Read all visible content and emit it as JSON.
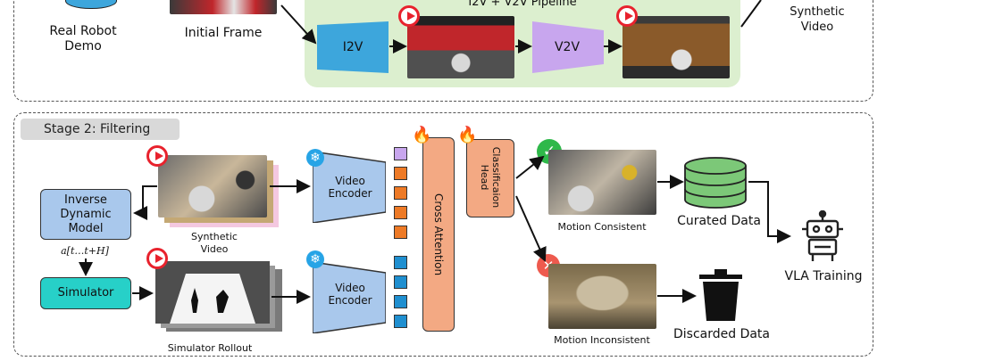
{
  "stage1": {
    "real_robot_demo": "Real Robot\nDemo",
    "initial_frame": "Initial Frame",
    "pipeline_title": "I2V + V2V Pipeline",
    "i2v": "I2V",
    "v2v": "V2V",
    "synthetic_video": "Synthetic\nVideo"
  },
  "stage2": {
    "tag": "Stage 2: Filtering",
    "inverse_dynamic_model": "Inverse\nDynamic\nModel",
    "action_label": "a[t…t+H]",
    "simulator": "Simulator",
    "synthetic_video": "Synthetic\nVideo",
    "simulator_rollout": "Simulator Rollout",
    "video_encoder_top": "Video\nEncoder",
    "video_encoder_bottom": "Video\nEncoder",
    "cross_attention": "Cross Attention",
    "classification_head": "Classificaion\nHead",
    "motion_consistent": "Motion Consistent",
    "motion_inconsistent": "Motion Inconsistent",
    "curated_data": "Curated Data",
    "discarded_data": "Discarded Data",
    "vla_training": "VLA Training"
  },
  "colors": {
    "pipeline_bg": "#dcefcf",
    "i2v": "#3da6dc",
    "v2v": "#c8a6ee",
    "encoder": "#a9c8ec",
    "cross_attention": "#f3a983",
    "idm": "#a9c8ec",
    "simulator": "#27d0c8",
    "curated": "#7cc878",
    "token_orange": "#ee7a26",
    "token_blue": "#1f8fd0",
    "token_purple": "#c8a6ee"
  }
}
